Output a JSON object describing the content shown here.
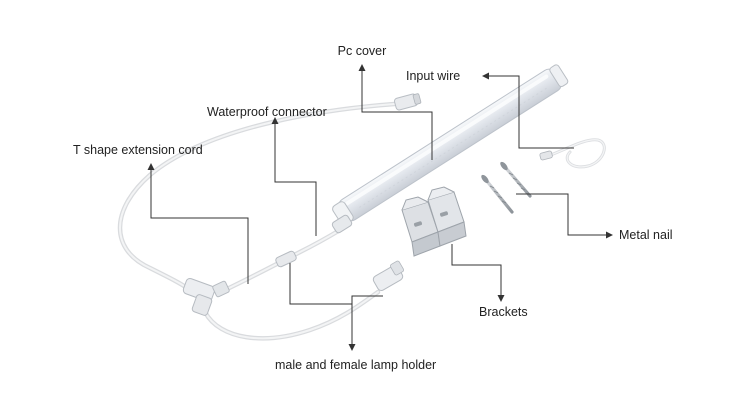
{
  "labels": {
    "pc_cover": "Pc cover",
    "input_wire": "Input wire",
    "waterproof_connector": "Waterproof connector",
    "t_shape_extension_cord": "T shape extension cord",
    "metal_nail": "Metal nail",
    "brackets": "Brackets",
    "lamp_holder": "male and female lamp holder"
  },
  "colors": {
    "background": "#ffffff",
    "leader_line": "#333333",
    "label_text": "#222222",
    "tube_body": "#e4e8ee",
    "tube_highlight": "#f7f9fb",
    "cable": "#ececec",
    "metal": "#9aa0a6"
  }
}
